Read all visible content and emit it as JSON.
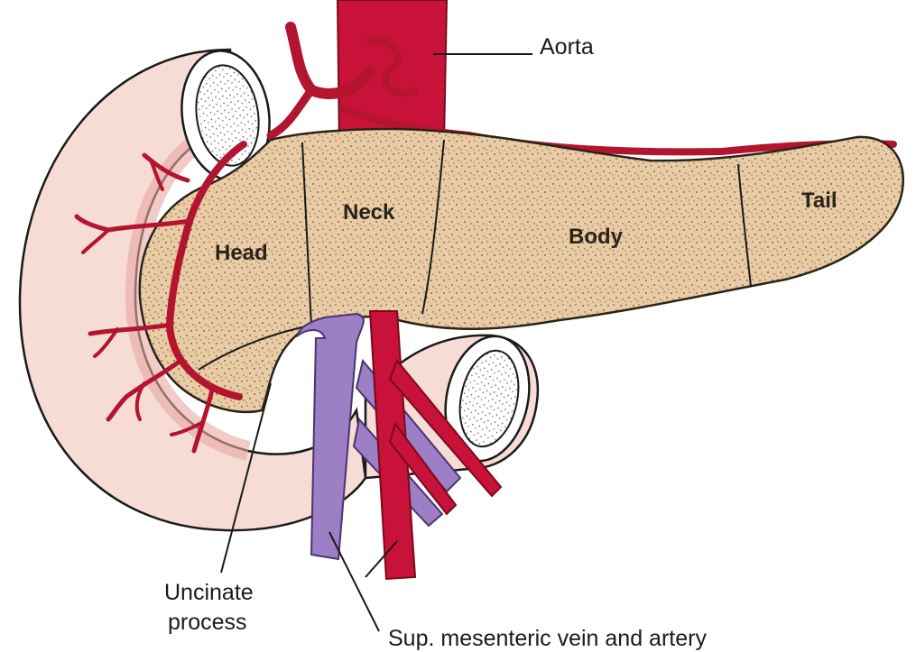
{
  "labels": {
    "aorta": "Aorta",
    "head": "Head",
    "neck": "Neck",
    "body": "Body",
    "tail": "Tail",
    "uncinate_line1": "Uncinate",
    "uncinate_line2": "process",
    "sup_mesenteric": "Sup. mesenteric vein and artery"
  },
  "colors": {
    "artery": "#c8123a",
    "vein": "#9c7fc4",
    "pancreas": "#e7c9a3",
    "duodenum": "#f6dcd4"
  }
}
